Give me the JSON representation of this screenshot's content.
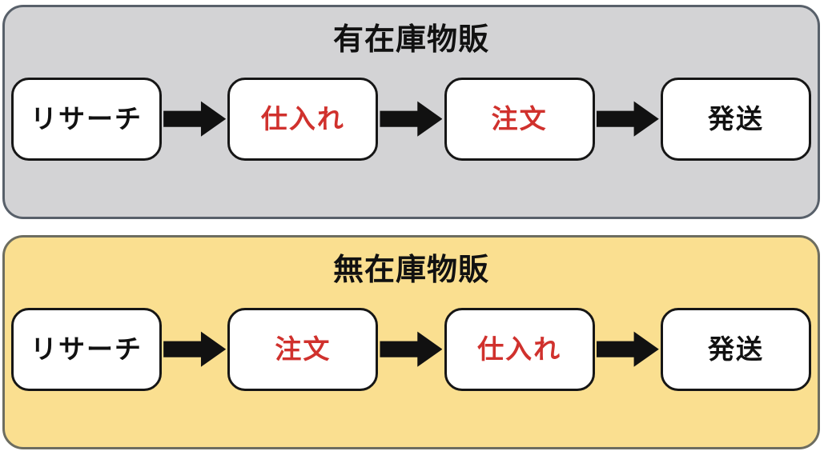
{
  "page": {
    "background": "#ffffff",
    "description_colors": {
      "highlight_text": "#d0312d",
      "normal_text": "#111111",
      "arrow": "#111111",
      "box_fill": "#ffffff",
      "box_border": "#161616"
    }
  },
  "icons": {
    "arrow": "right-block-arrow-icon",
    "arrow_color": "#111111"
  },
  "sections": [
    {
      "title": "有在庫物販",
      "background": "#d3d3d5",
      "border_color": "#58606a",
      "steps": [
        {
          "label": "リサーチ",
          "color": "#111111"
        },
        {
          "label": "仕入れ",
          "color": "#d0312d"
        },
        {
          "label": "注文",
          "color": "#d0312d"
        },
        {
          "label": "発送",
          "color": "#111111"
        }
      ]
    },
    {
      "title": "無在庫物販",
      "background": "#fadf90",
      "border_color": "#6d6d60",
      "steps": [
        {
          "label": "リサーチ",
          "color": "#111111"
        },
        {
          "label": "注文",
          "color": "#d0312d"
        },
        {
          "label": "仕入れ",
          "color": "#d0312d"
        },
        {
          "label": "発送",
          "color": "#111111"
        }
      ]
    }
  ]
}
